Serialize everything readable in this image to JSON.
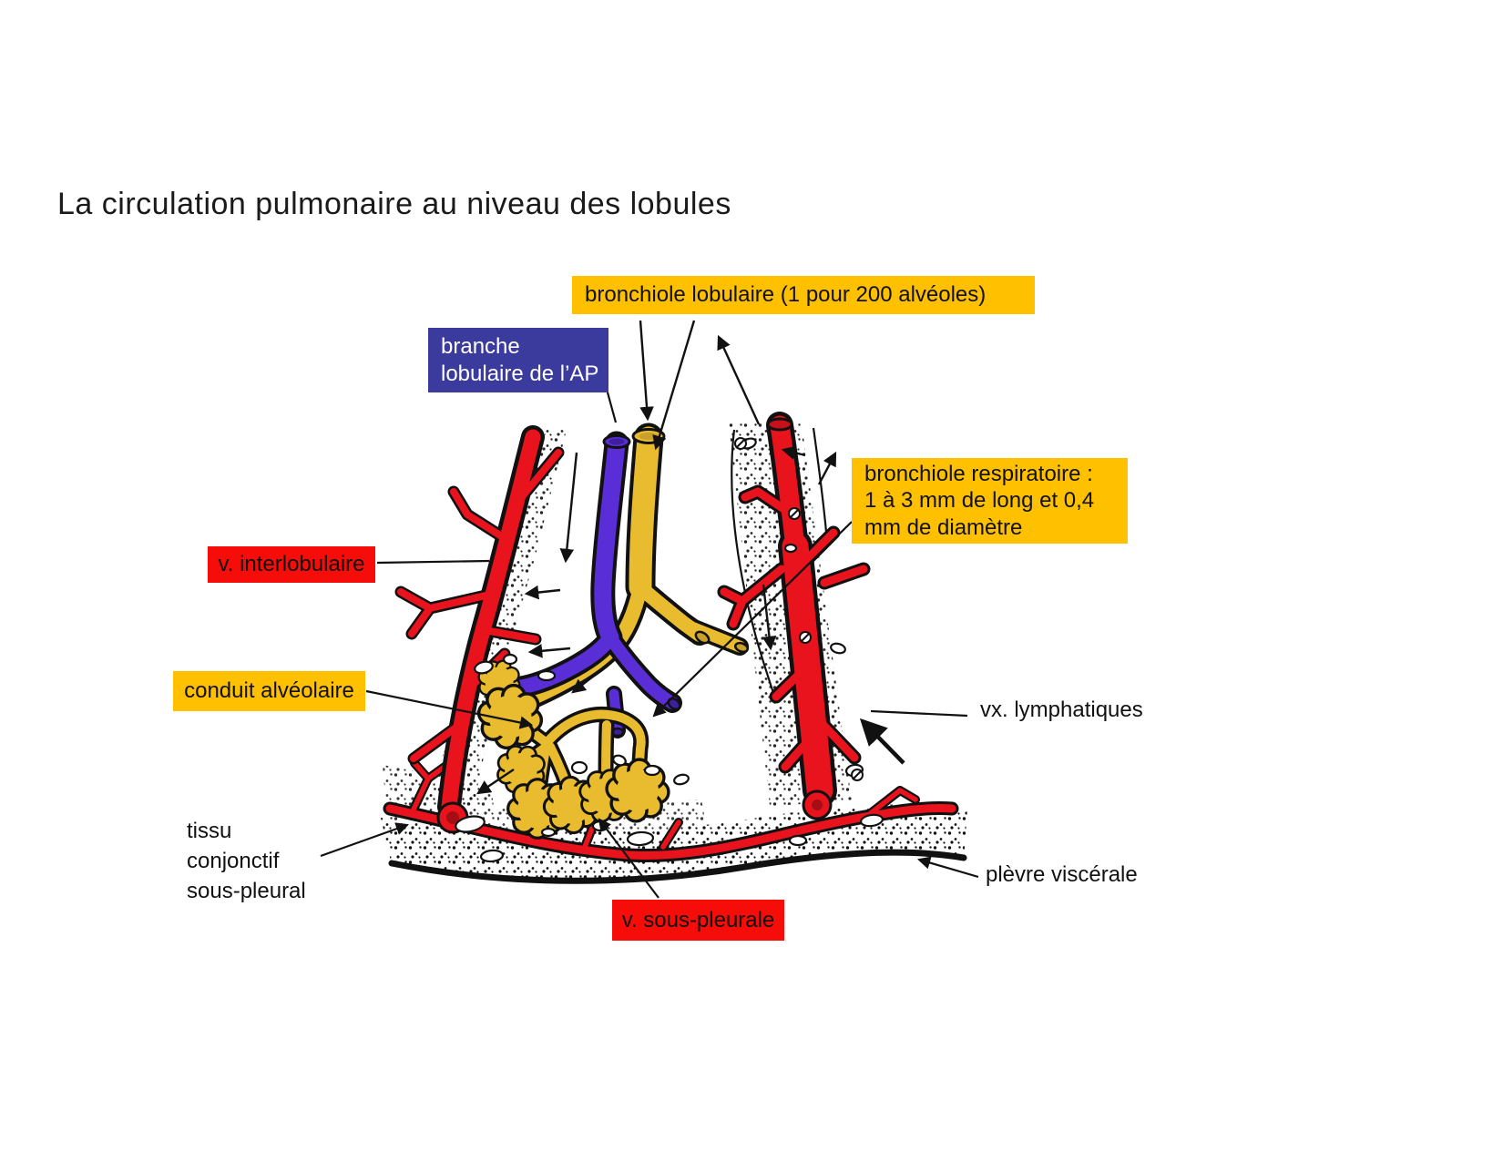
{
  "page_title": "La circulation pulmonaire au niveau des lobules",
  "labels": {
    "bronchiole_lobulaire": {
      "text": "bronchiole lobulaire (1 pour 200 alvéoles)",
      "bg": "#FFC000",
      "fg": "#111111"
    },
    "branche_lobulaire_ap": {
      "lines": [
        "branche",
        "lobulaire de l’AP"
      ],
      "bg": "#3B3A9D",
      "fg": "#FFFFFF"
    },
    "bronchiole_respiratoire": {
      "lines": [
        "bronchiole respiratoire :",
        "1 à 3 mm de long et 0,4",
        "mm de diamètre"
      ],
      "bg": "#FFC000",
      "fg": "#111111"
    },
    "v_interlobulaire": {
      "text": "v. interlobulaire",
      "bg": "#F60D0A",
      "fg": "#111111"
    },
    "conduit_alveolaire": {
      "text": "conduit alvéolaire",
      "bg": "#FFC000",
      "fg": "#111111"
    },
    "tissu_conjonctif_sous_pleural": {
      "lines": [
        "tissu",
        "conjonctif",
        "sous-pleural"
      ],
      "fg": "#111111"
    },
    "vx_lymphatiques": {
      "text": "vx. lymphatiques",
      "fg": "#111111"
    },
    "plevre_viscerale": {
      "text": "plèvre viscérale",
      "fg": "#111111"
    },
    "v_sous_pleurale": {
      "text": "v. sous-pleurale",
      "bg": "#F60D0A",
      "fg": "#111111"
    }
  },
  "drawing_colors": {
    "vein_red": "#E8131C",
    "vein_dark_red": "#A50F14",
    "pulmonary_artery_purple": "#5A2ED6",
    "pulmonary_artery_dark": "#3E1FA0",
    "bronchiole_yellow": "#E9BC2F",
    "bronchiole_dark_yellow": "#C9A02A",
    "outline_ink": "#111111"
  }
}
